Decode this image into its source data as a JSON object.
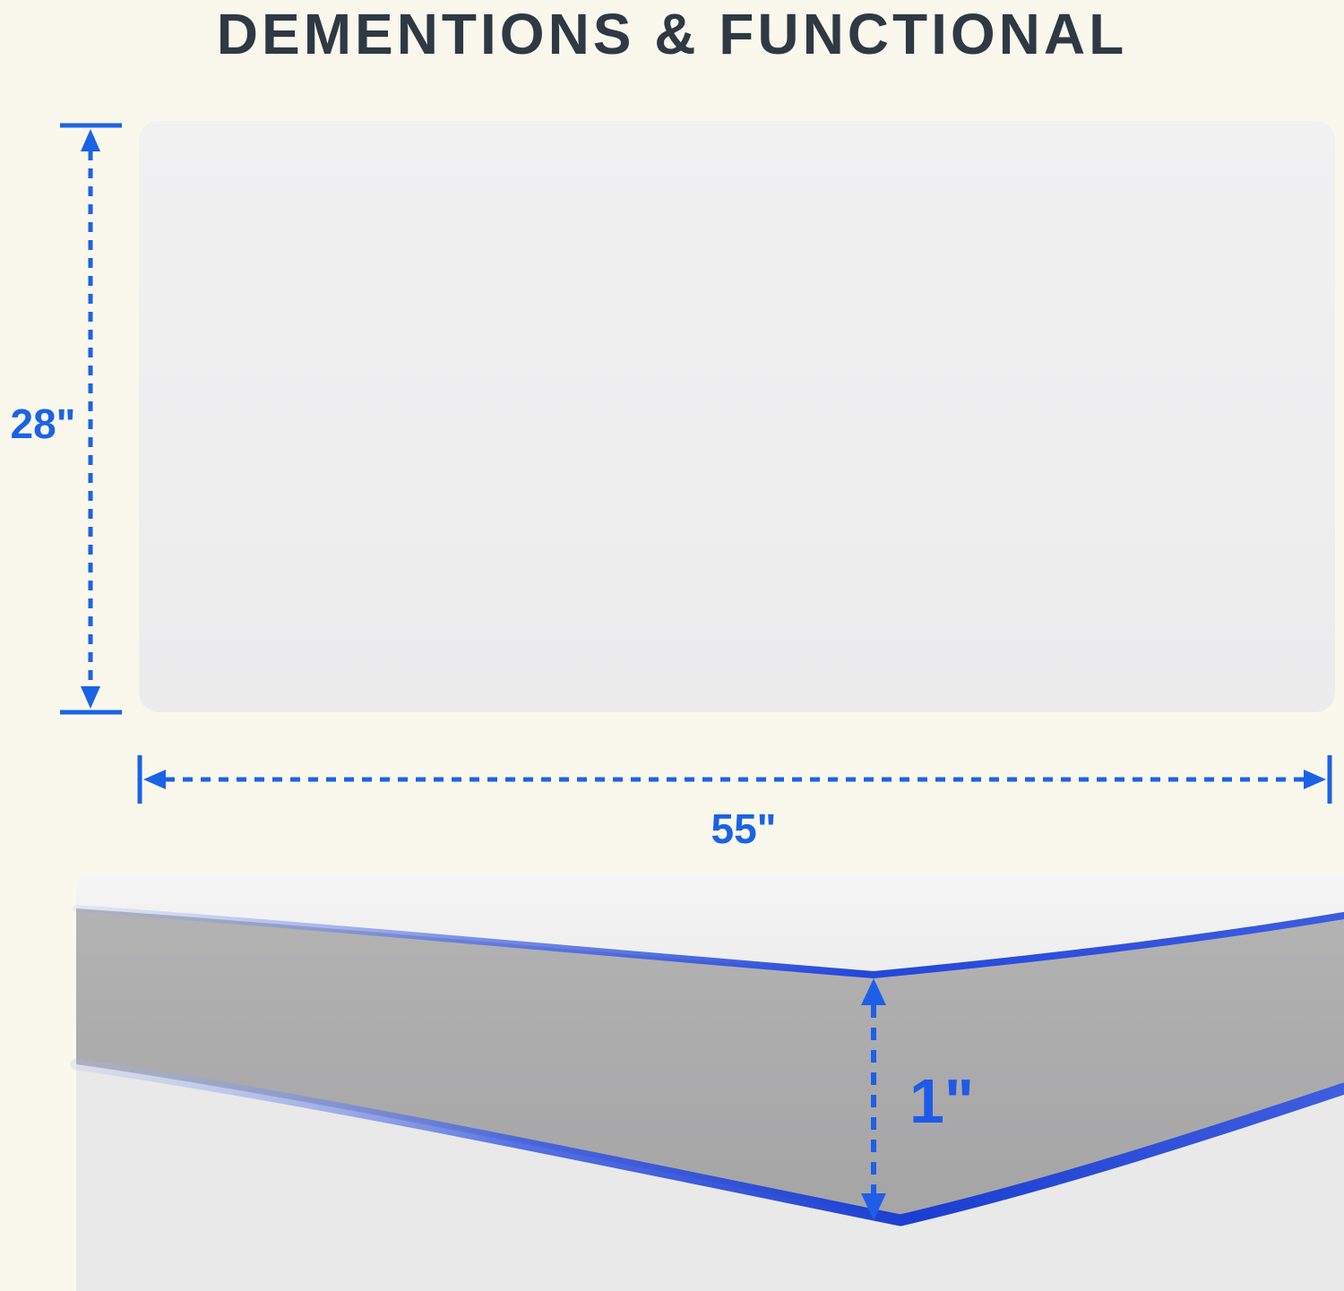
{
  "title": "DEMENTIONS & FUNCTIONAL",
  "dimensions": {
    "height": "28\"",
    "width": "55\"",
    "thickness": "1\""
  },
  "colors": {
    "background": "#FAF7EC",
    "title_text": "#2E3944",
    "dimension_blue": "#1B63E6",
    "mat_top_fill": "#EFEFEF",
    "side_face_gray": "#ABABAB",
    "floor_gray": "#E9E9E9",
    "edge_blue": "#2247D9"
  }
}
